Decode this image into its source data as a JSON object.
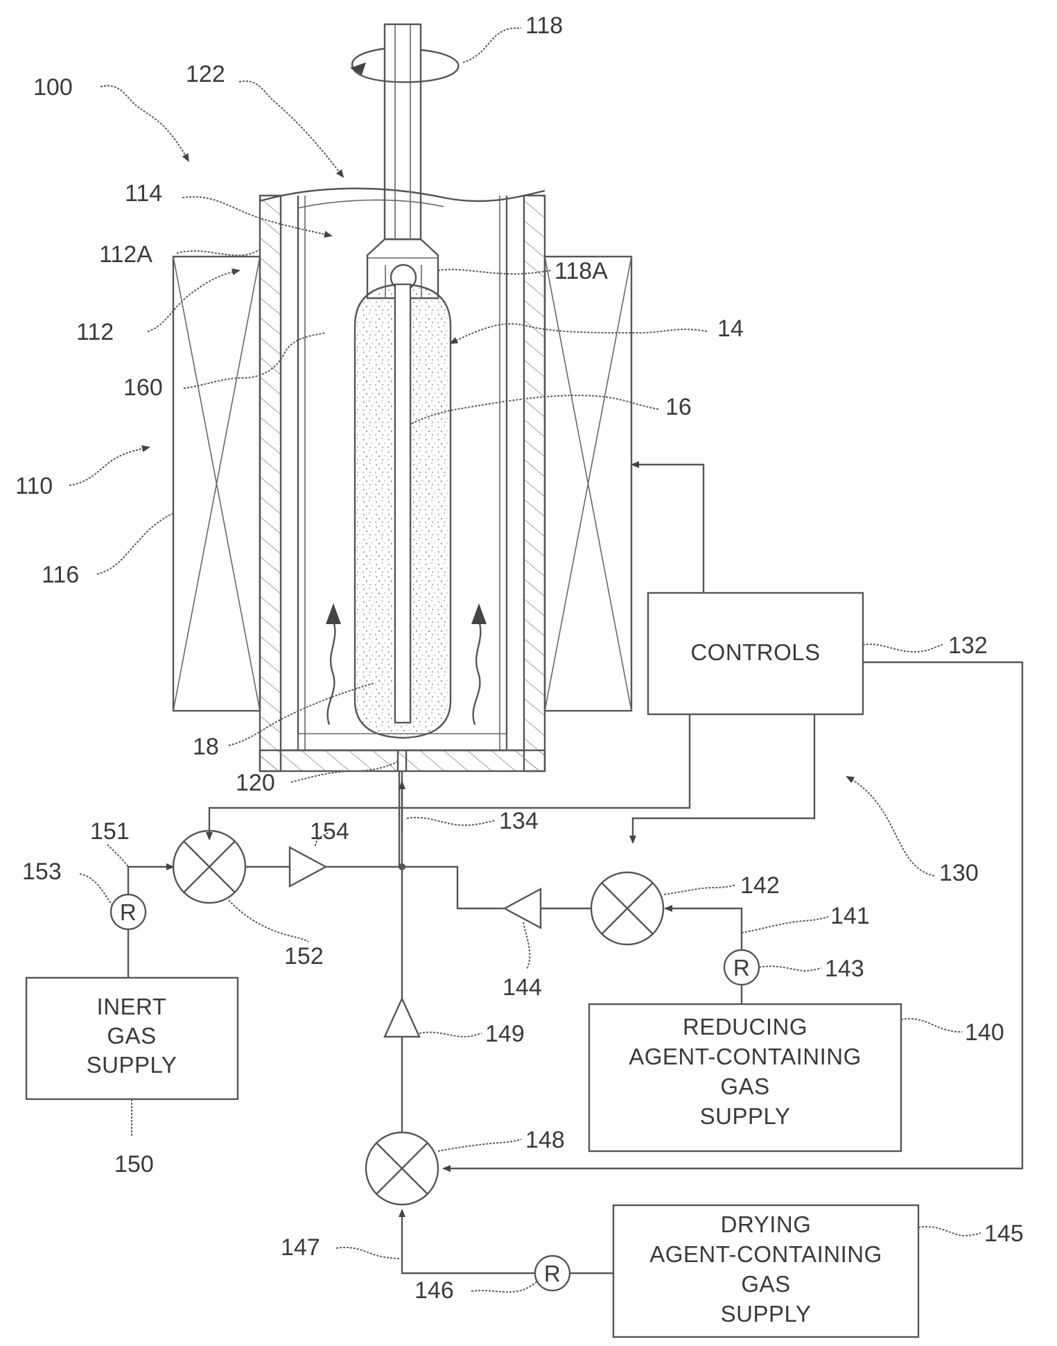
{
  "labels": {
    "r100": "100",
    "r122": "122",
    "r118": "118",
    "r114": "114",
    "r112a": "112A",
    "r118a": "118A",
    "r112": "112",
    "r14": "14",
    "r160": "160",
    "r16": "16",
    "r110": "110",
    "r116": "116",
    "r132": "132",
    "r18": "18",
    "r120": "120",
    "r134": "134",
    "r130": "130",
    "r151": "151",
    "r154": "154",
    "r153": "153",
    "r142": "142",
    "r141": "141",
    "r152": "152",
    "r144": "144",
    "r143": "143",
    "r149": "149",
    "r140": "140",
    "r148": "148",
    "r150": "150",
    "r145": "145",
    "r147": "147",
    "r146": "146"
  },
  "boxes": {
    "controls": [
      "CONTROLS"
    ],
    "inert": [
      "INERT",
      "GAS",
      "SUPPLY"
    ],
    "reducing": [
      "REDUCING",
      "AGENT-CONTAINING",
      "GAS",
      "SUPPLY"
    ],
    "drying": [
      "DRYING",
      "AGENT-CONTAINING",
      "GAS",
      "SUPPLY"
    ]
  },
  "symbols": {
    "regulator": "R"
  }
}
